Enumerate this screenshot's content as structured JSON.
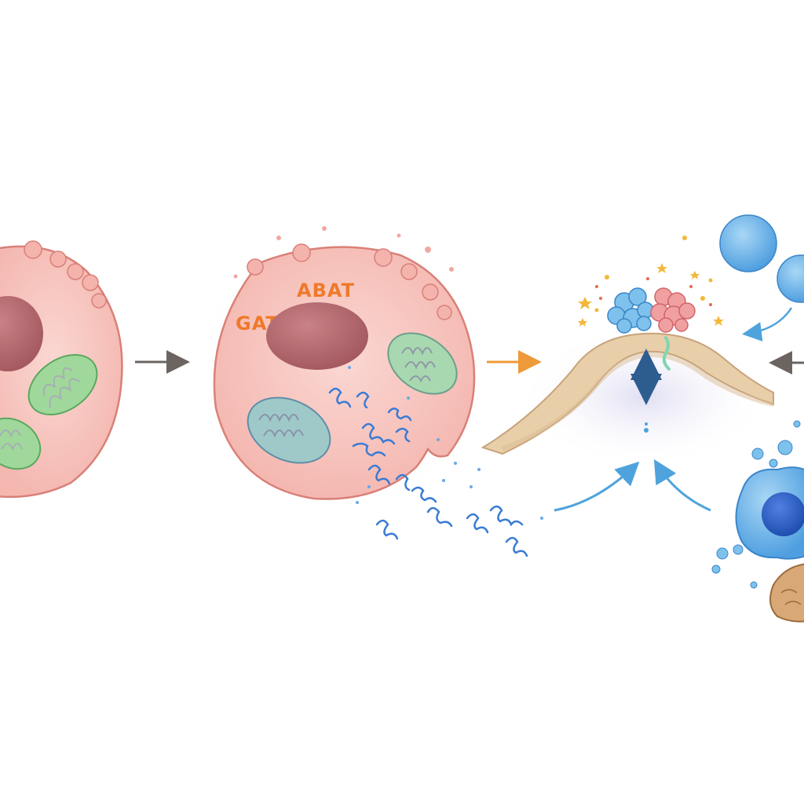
{
  "cell_label": {
    "gene_1": "GAT",
    "gene_2": "ABAT"
  },
  "colors": {
    "cell_fill": "#f9c9c4",
    "cell_outline": "#d98078",
    "nucleus": "#b86a6e",
    "mito_green": "#9fd89a",
    "mito_teal": "#9fc9c9",
    "label_orange": "#ee7a2a",
    "molecule_blue": "#3a7bd5",
    "arrow_gray": "#6b6461",
    "arrow_orange": "#ee9a3a",
    "arrow_blue": "#4ea3dc",
    "tissue_tan": "#e8cfa9",
    "immune_blue": "#5aa8e8"
  },
  "panels": [
    {
      "id": "normal-cell",
      "icon": "cell-with-mitochondria"
    },
    {
      "id": "reprogrammed-cell",
      "icon": "cell-releasing-molecules"
    },
    {
      "id": "tissue-surface",
      "icon": "tissue-bump-with-clusters"
    },
    {
      "id": "immune-cells",
      "icon": "blue-immune-cells"
    }
  ]
}
